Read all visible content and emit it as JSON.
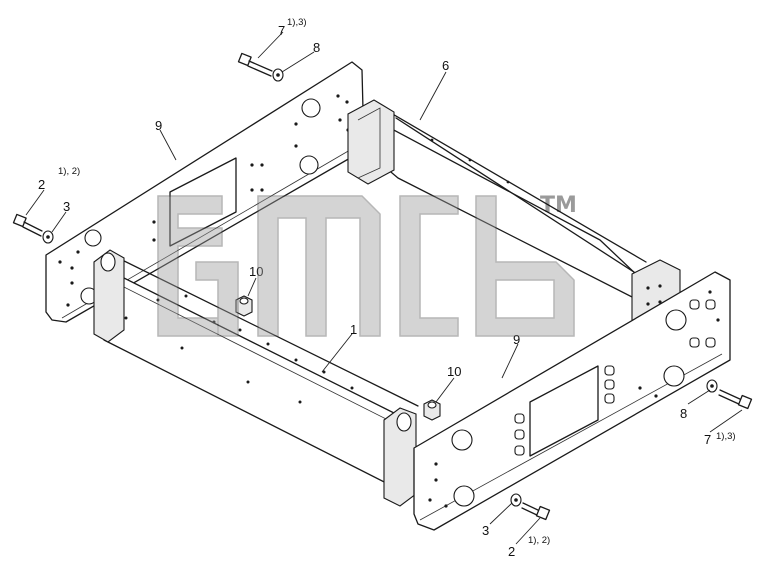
{
  "callouts": {
    "c1": "1",
    "c2a": "2",
    "c2b": "2",
    "c3a": "3",
    "c3b": "3",
    "c6": "6",
    "c7a": "7",
    "c7b": "7",
    "c8a": "8",
    "c8b": "8",
    "c9a": "9",
    "c9b": "9",
    "c10a": "10",
    "c10b": "10"
  },
  "notes": {
    "n12a": "1), 2)",
    "n12b": "1), 2)",
    "n13a": "1),3)",
    "n13b": "1),3)"
  },
  "watermark": {
    "mark": "TM"
  }
}
